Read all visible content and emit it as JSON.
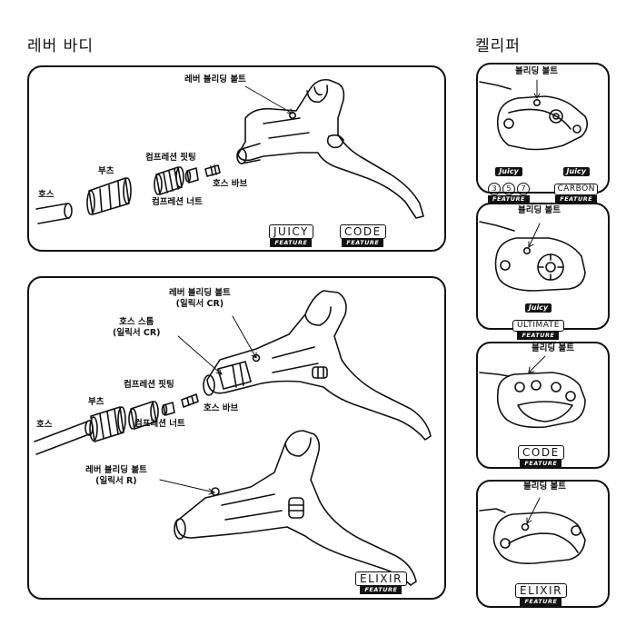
{
  "headings": {
    "lever_body": "레버 바디",
    "caliper": "켈리퍼"
  },
  "top_panel": {
    "labels": {
      "lever_bleed_bolt": "레버 블리딩 볼트",
      "compression_fitting": "컴프레션 핏팅",
      "boot": "부츠",
      "hose": "호스",
      "hose_barb": "호스 바브",
      "compression_nut": "컴프레션 너트"
    },
    "badges": [
      {
        "name": "JUICY",
        "feature": "FEATURE"
      },
      {
        "name": "CODE",
        "feature": "FEATURE"
      }
    ]
  },
  "bottom_panel": {
    "labels": {
      "lever_bleed_bolt_cr_1": "레버 블리딩 볼트",
      "lever_bleed_bolt_cr_2": "(일릭서 CR)",
      "hose_stem_1": "호스 스톰",
      "hose_stem_2": "(일릭서 CR)",
      "compression_fitting": "컴프레션 핏팅",
      "boot": "부츠",
      "hose_barb": "호스 바브",
      "hose": "호스",
      "compression_nut": "컴프레션 너트",
      "lever_bleed_bolt_r_1": "레버 블리딩 볼트",
      "lever_bleed_bolt_r_2": "(일릭서 R)"
    },
    "badge": {
      "name": "ELIXIR",
      "feature": "FEATURE"
    }
  },
  "caliper_panels": [
    {
      "label": "블리딩 볼트",
      "logos": [
        "Juicy",
        "Juicy"
      ],
      "numbers": [
        "3",
        "5",
        "7"
      ],
      "carbon": "CARBON",
      "features": [
        "FEATURE",
        "FEATURE"
      ]
    },
    {
      "label": "블리딩 볼트",
      "logo": "Juicy",
      "name": "ULTIMATE",
      "feature": "FEATURE"
    },
    {
      "label": "블리딩 볼트",
      "name": "CODE",
      "feature": "FEATURE"
    },
    {
      "label": "블리딩 볼트",
      "name": "ELIXIR",
      "feature": "FEATURE"
    }
  ]
}
